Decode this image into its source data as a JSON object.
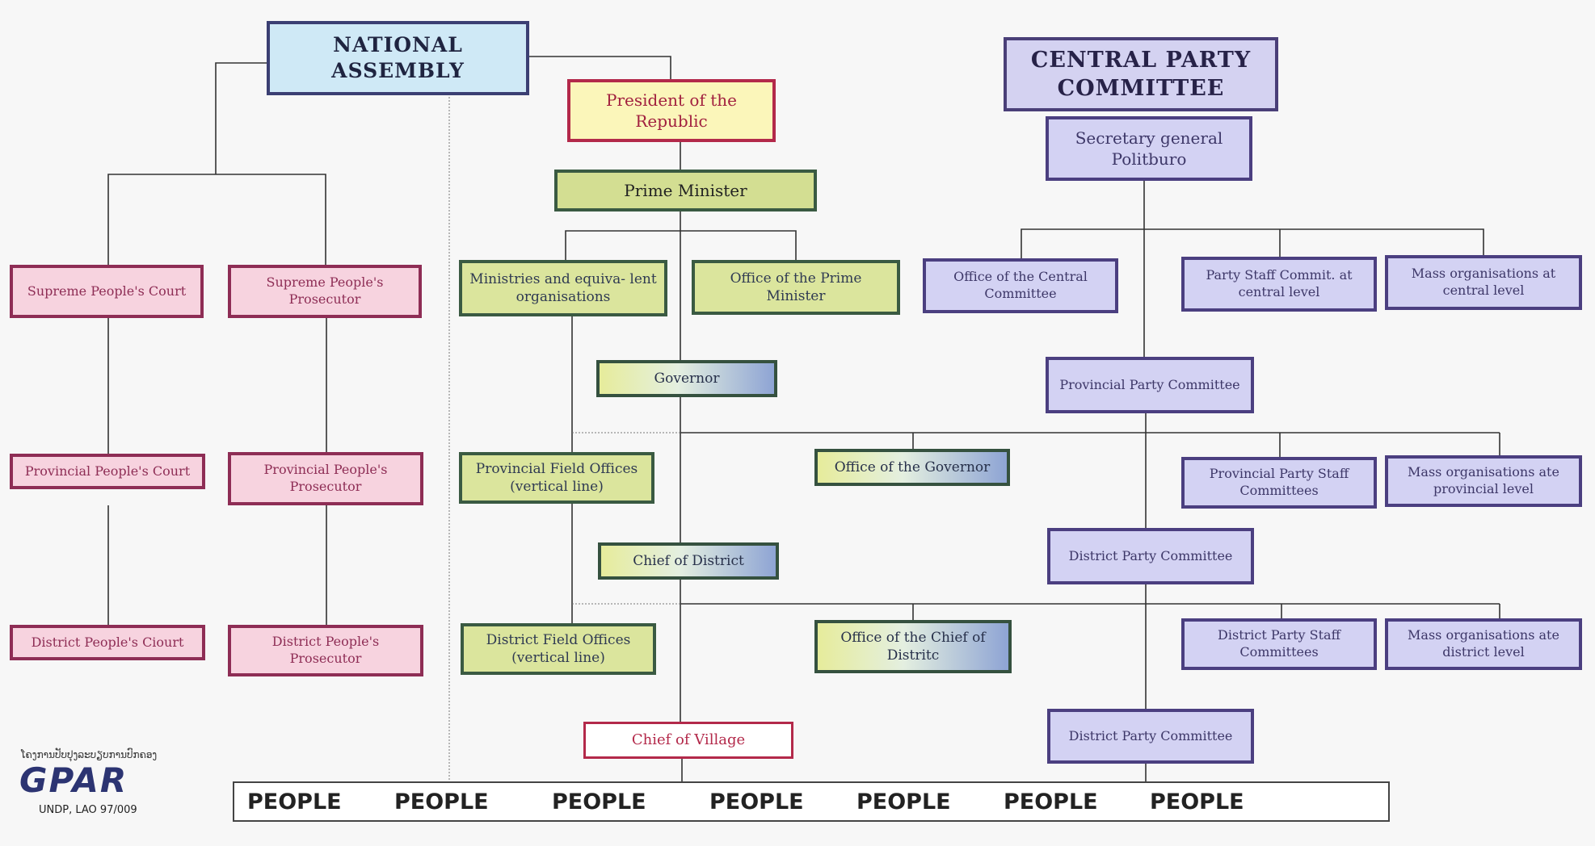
{
  "national_assembly": "NATIONAL ASSEMBLY",
  "president": "President of the Republic",
  "prime_minister": "Prime Minister",
  "central_party": "CENTRAL PARTY COMMITTEE",
  "secretary": "Secretary general Politburo",
  "supreme_court": "Supreme People's Court",
  "supreme_prosecutor": "Supreme People's Prosecutor",
  "ministries": "Ministries and equiva- lent organisations",
  "office_pm": "Office of the Prime Minister",
  "office_central": "Office of the Central Committee",
  "party_staff_central": "Party Staff Commit. at central level",
  "mass_central": "Mass organisations at central level",
  "governor": "Governor",
  "provincial_party": "Provincial Party Committee",
  "provincial_court": "Provincial People's Court",
  "provincial_prosecutor": "Provincial People's Prosecutor",
  "provincial_field": "Provincial Field Offices (vertical line)",
  "office_governor": "Office of the  Governor",
  "provincial_party_staff": "Provincial Party Staff Committees",
  "mass_provincial": "Mass organisations ate provincial level",
  "chief_district": "Chief of District",
  "district_party": "District Party Committee",
  "district_court": "District People's Ciourt",
  "district_prosecutor": "District  People's Prosecutor",
  "district_field": "District Field Offices (vertical line)",
  "office_chief_district": "Office of the Chief  of Distritc",
  "district_party_staff": "District Party Staff Committees",
  "mass_district": "Mass organisations ate district  level",
  "chief_village": "Chief of Village",
  "district_party_2": "District Party Committee",
  "people": [
    "PEOPLE",
    "PEOPLE",
    "PEOPLE",
    "PEOPLE",
    "PEOPLE",
    "PEOPLE",
    "PEOPLE"
  ],
  "logo": {
    "script": "ໂຄງການປັບປຸງລະບຽບການປົກຄອງ",
    "name": "GPAR",
    "sub": "UNDP, LAO 97/009"
  }
}
